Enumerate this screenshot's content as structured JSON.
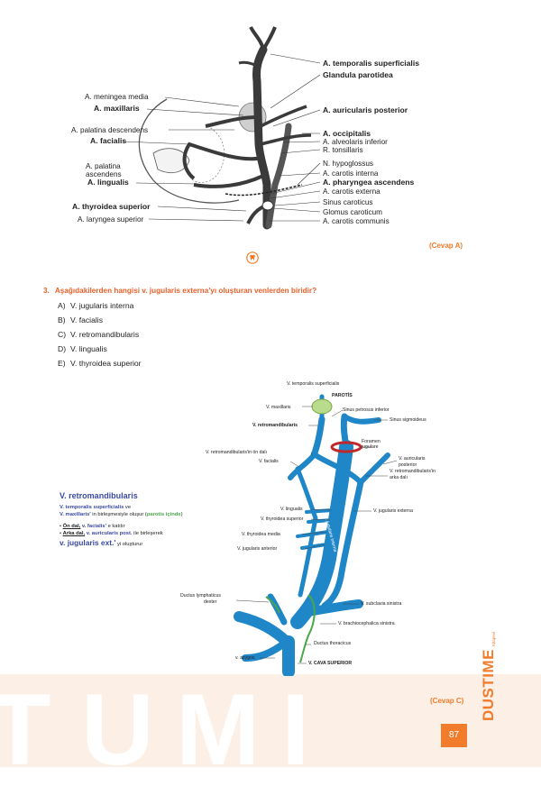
{
  "figure1": {
    "left_labels": [
      {
        "text": "A. meningea media",
        "bold": false
      },
      {
        "text": "A. maxillaris",
        "bold": true
      },
      {
        "text": "A. palatina descendens",
        "bold": false
      },
      {
        "text": "A. facialis",
        "bold": true
      },
      {
        "text": "A. palatina",
        "bold": false
      },
      {
        "text": "ascendens",
        "bold": false
      },
      {
        "text": "A. lingualis",
        "bold": true
      },
      {
        "text": "A. thyroidea superior",
        "bold": true
      },
      {
        "text": "A. laryngea superior",
        "bold": false
      }
    ],
    "right_labels": [
      {
        "text": "A. temporalis superficialis",
        "bold": true
      },
      {
        "text": "Glandula parotidea",
        "bold": true
      },
      {
        "text": "A. auricularis posterior",
        "bold": true
      },
      {
        "text": "A. occipitalis",
        "bold": true
      },
      {
        "text": "A. alveolaris inferior",
        "bold": false
      },
      {
        "text": "R. tonsillaris",
        "bold": false
      },
      {
        "text": "N. hypoglossus",
        "bold": false
      },
      {
        "text": "A. carotis interna",
        "bold": false
      },
      {
        "text": "A. pharyngea ascendens",
        "bold": true
      },
      {
        "text": "A. carotis externa",
        "bold": false
      },
      {
        "text": "Sinus caroticus",
        "bold": false
      },
      {
        "text": "Glomus caroticum",
        "bold": false
      },
      {
        "text": "A. carotis communis",
        "bold": false
      }
    ]
  },
  "answer1": "(Cevap A)",
  "question": {
    "number": "3.",
    "text": "Aşağıdakilerden hangisi v. jugularis externa'yı oluşturan venlerden biridir?",
    "options": [
      {
        "letter": "A)",
        "text": "V. jugularis interna"
      },
      {
        "letter": "B)",
        "text": "V. facialis"
      },
      {
        "letter": "C)",
        "text": "V. retromandibularis"
      },
      {
        "letter": "D)",
        "text": "V. lingualis"
      },
      {
        "letter": "E)",
        "text": "V. thyroidea superior"
      }
    ]
  },
  "figure2": {
    "labels": {
      "temporalis": "V. temporalis superficialis",
      "parotis": "PAROTİS",
      "maxillaris": "V. maxillaris",
      "petrosus": "Sinus petrosus inferior",
      "retromandibularis": "V. retromandibularis",
      "sigmoideus": "Sinus sigmoideus",
      "foramen1": "Foramen",
      "foramen2": "jugulare",
      "ondal": "V. retromandibularis'in ön dalı",
      "facialis": "V. facialis",
      "auric1": "V. auricularis",
      "auric2": "posterior",
      "arka1": "V. retromandibularis'in",
      "arka2": "arka dalı",
      "ij_vertical": "V. jugularis interna",
      "lingualis": "V. lingualis",
      "thyr_sup": "V. thyroidea superior",
      "ext": "V. jugularis externa",
      "thyr_med": "V. thyroidea media",
      "ant": "V. jugularis anterior",
      "lymph1": "Ductus lymphaticus",
      "lymph2": "dexter",
      "subclavia": "V. subclavia sinistra",
      "brachio": "V. brachiocephalica sinistra",
      "thoracicus": "Ductus thoracicus",
      "azygos": "v. azygos",
      "cava": "V. CAVA SUPERIOR"
    },
    "note": {
      "title": "V. retromandibularis",
      "line1a": "V. temporalis superficialis",
      "line1b": " ve",
      "line2a": "V. maxillaris'",
      "line2b": " in birleşmesiyle oluşur (",
      "line2c": "parotis içinde",
      "line2d": ")",
      "b1a": "Ön dal,",
      "b1b": " v. facialis'",
      "b1c": " e katılır",
      "b2a": "Arka dal,",
      "b2b": " v. auricularis post.",
      "b2c": " ile  birleşerek",
      "line5a": "v. jugularis ext.'",
      "line5b": " yi oluşturur"
    }
  },
  "answer2": "(Cevap C)",
  "page_number": "87",
  "brand": {
    "name": "DUSTIME",
    "tagline": "Kitapevi"
  },
  "watermark_letters": [
    "T",
    "U",
    "M",
    "I"
  ]
}
